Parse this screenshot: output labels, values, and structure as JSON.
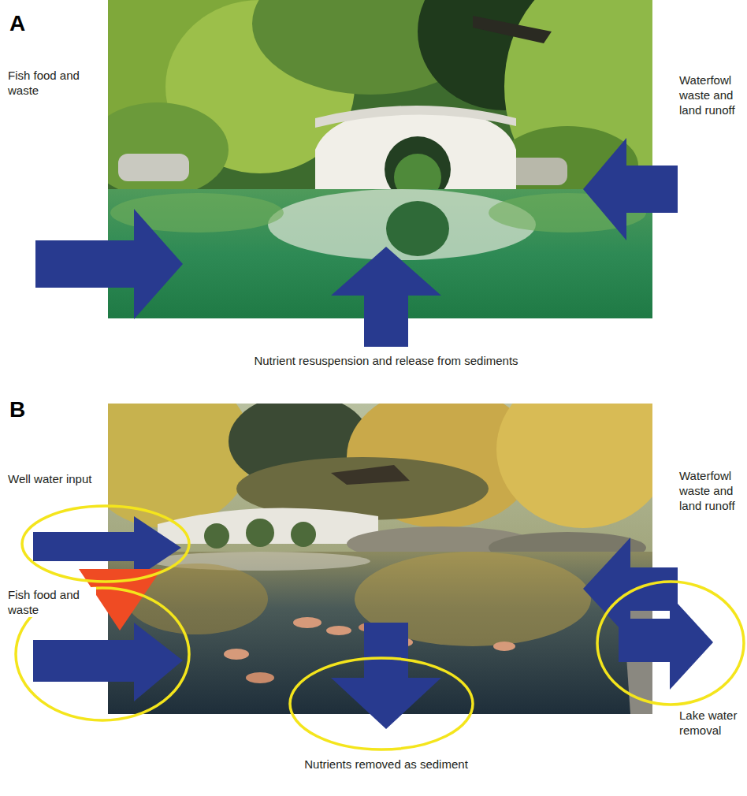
{
  "diagram": {
    "labels": [
      "A",
      "Fish food and waste",
      "Waterfowl waste and land runoff",
      "Nutrient resuspension and release from sediments",
      "B",
      "Well water input",
      "Fish food and waste",
      "Waterfowl waste and land runoff",
      "Lake water removal",
      "Nutrients removed as sediment"
    ]
  }
}
